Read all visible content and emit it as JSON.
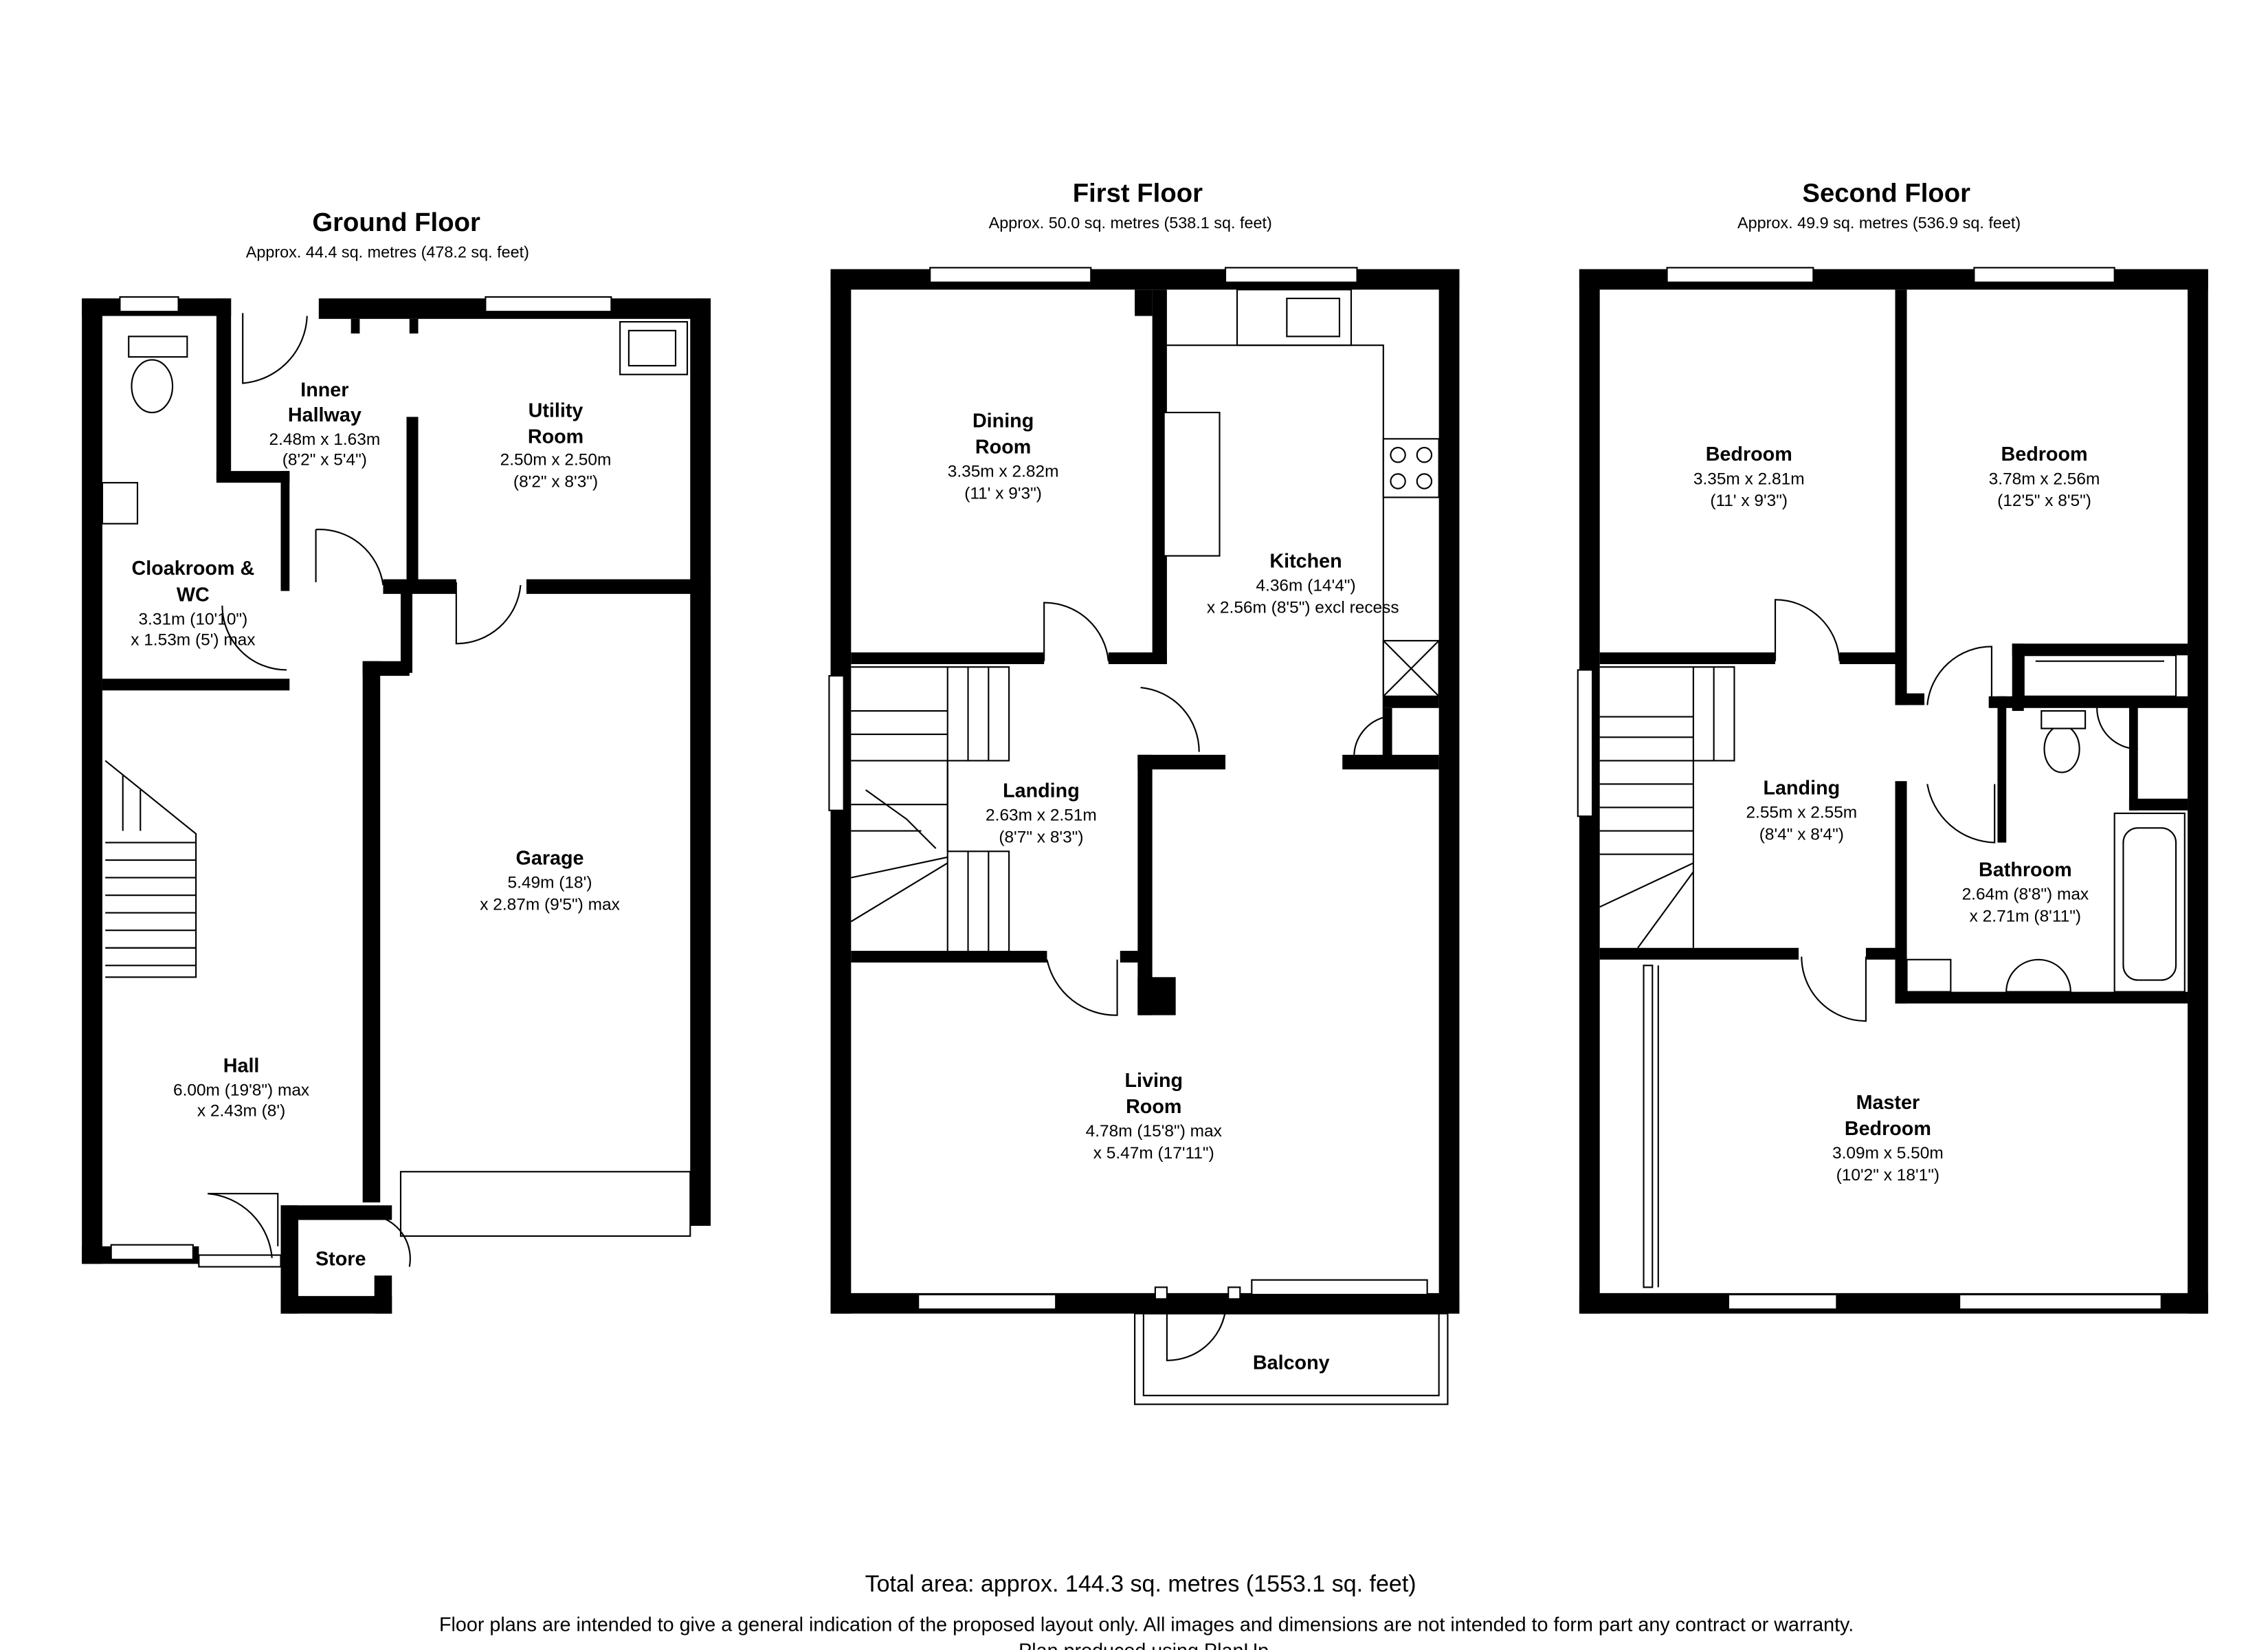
{
  "floors": [
    {
      "title": "Ground Floor",
      "area": "Approx. 44.4 sq. metres (478.2 sq. feet)",
      "rooms": [
        {
          "name": [
            "Inner",
            "Hallway"
          ],
          "dims": [
            "2.48m x 1.63m",
            "(8'2\" x 5'4\")"
          ]
        },
        {
          "name": [
            "Utility",
            "Room"
          ],
          "dims": [
            "2.50m x 2.50m",
            "(8'2\" x 8'3\")"
          ]
        },
        {
          "name": [
            "Cloakroom &",
            "WC"
          ],
          "dims": [
            "3.31m (10'10\")",
            "x 1.53m (5') max"
          ]
        },
        {
          "name": [
            "Garage"
          ],
          "dims": [
            "5.49m (18')",
            "x 2.87m (9'5\") max"
          ]
        },
        {
          "name": [
            "Hall"
          ],
          "dims": [
            "6.00m (19'8\") max",
            "x 2.43m (8')"
          ]
        },
        {
          "name": [
            "Store"
          ],
          "dims": []
        }
      ]
    },
    {
      "title": "First Floor",
      "area": "Approx. 50.0 sq. metres (538.1 sq. feet)",
      "rooms": [
        {
          "name": [
            "Dining",
            "Room"
          ],
          "dims": [
            "3.35m x 2.82m",
            "(11' x 9'3\")"
          ]
        },
        {
          "name": [
            "Kitchen"
          ],
          "dims": [
            "4.36m (14'4\")",
            "x 2.56m (8'5\") excl recess"
          ]
        },
        {
          "name": [
            "Landing"
          ],
          "dims": [
            "2.63m x 2.51m",
            "(8'7\" x 8'3\")"
          ]
        },
        {
          "name": [
            "Living",
            "Room"
          ],
          "dims": [
            "4.78m (15'8\") max",
            "x 5.47m (17'11\")"
          ]
        },
        {
          "name": [
            "Balcony"
          ],
          "dims": []
        }
      ]
    },
    {
      "title": "Second Floor",
      "area": "Approx. 49.9 sq. metres (536.9 sq. feet)",
      "rooms": [
        {
          "name": [
            "Bedroom"
          ],
          "dims": [
            "3.35m x 2.81m",
            "(11' x 9'3\")"
          ]
        },
        {
          "name": [
            "Bedroom"
          ],
          "dims": [
            "3.78m x 2.56m",
            "(12'5\" x 8'5\")"
          ]
        },
        {
          "name": [
            "Landing"
          ],
          "dims": [
            "2.55m x 2.55m",
            "(8'4\" x 8'4\")"
          ]
        },
        {
          "name": [
            "Bathroom"
          ],
          "dims": [
            "2.64m (8'8\") max",
            "x 2.71m (8'11\")"
          ]
        },
        {
          "name": [
            "Master",
            "Bedroom"
          ],
          "dims": [
            "3.09m x 5.50m",
            "(10'2\" x 18'1\")"
          ]
        }
      ]
    }
  ],
  "footer": {
    "total": "Total area: approx. 144.3 sq. metres (1553.1 sq. feet)",
    "disclaimer": "Floor plans are intended to give a general indication of the proposed layout only. All images and dimensions are not intended to form part any contract or warranty.",
    "credit": "Plan produced using PlanUp."
  }
}
